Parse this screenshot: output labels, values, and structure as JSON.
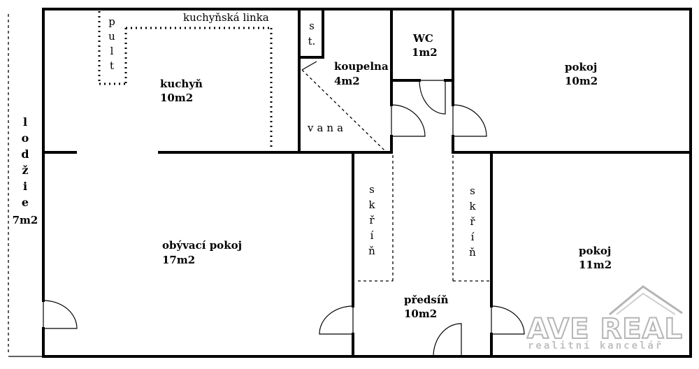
{
  "rooms": {
    "lodzie": {
      "name": "lodžie",
      "area": "7m2"
    },
    "kuchyn": {
      "name": "kuchyň",
      "area": "10m2"
    },
    "koupelna": {
      "name": "koupelna",
      "area": "4m2"
    },
    "wc": {
      "name": "WC",
      "area": "1m2"
    },
    "pokoj1": {
      "name": "pokoj",
      "area": "10m2"
    },
    "obyvaci": {
      "name": "obývací pokoj",
      "area": "17m2"
    },
    "predsin": {
      "name": "předsíň",
      "area": "10m2"
    },
    "pokoj2": {
      "name": "pokoj",
      "area": "11m2"
    }
  },
  "fixtures": {
    "linka": "kuchyňská linka",
    "pult": "pult",
    "st": "st.",
    "vana": "vana",
    "skrin_left": "skříň",
    "skrin_right": "skříň"
  },
  "logo": {
    "main": "AVE REAL",
    "sub": "realitní kancelář"
  }
}
